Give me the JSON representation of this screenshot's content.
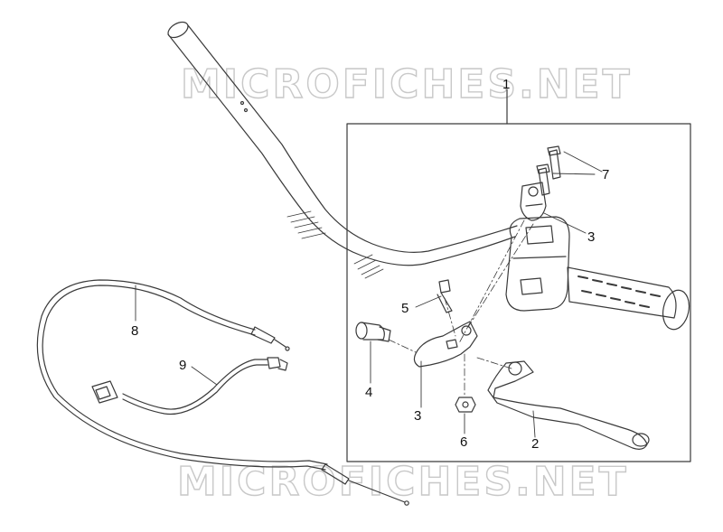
{
  "watermark": {
    "top_text": "MICROFICHES.NET",
    "bottom_text": "MICROFICHES.NET"
  },
  "callouts": {
    "c1": "1",
    "c2": "2",
    "c3_upper": "3",
    "c3_lower": "3",
    "c4": "4",
    "c5": "5",
    "c6": "6",
    "c7": "7",
    "c8": "8",
    "c9": "9"
  },
  "colors": {
    "line": "#3a3a3a",
    "watermark_outline": "#c8c8c8",
    "background": "#ffffff"
  }
}
